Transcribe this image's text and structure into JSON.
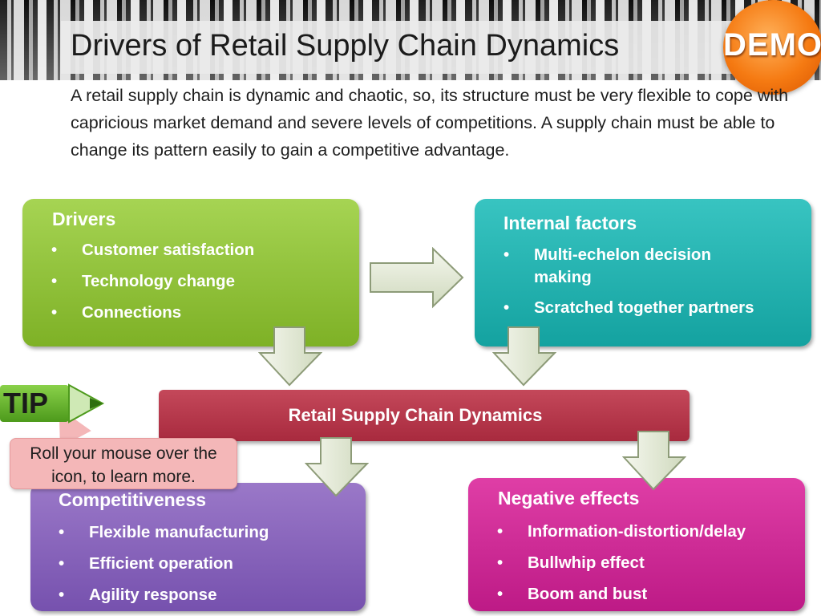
{
  "header": {
    "title": "Drivers of Retail Supply Chain Dynamics",
    "badge_label": "DEMO"
  },
  "intro_text": "A retail supply chain is dynamic and chaotic, so, its structure must be very flexible to cope with capricious market demand and severe levels of competitions.  A supply chain must be able to change its pattern easily to gain a competitive advantage.",
  "boxes": {
    "drivers": {
      "title": "Drivers",
      "items": [
        "Customer satisfaction",
        "Technology change",
        "Connections"
      ]
    },
    "internal": {
      "title": "Internal factors",
      "items": [
        "Multi-echelon decision making",
        "Scratched together partners"
      ]
    },
    "competitiveness": {
      "title": "Competitiveness",
      "items": [
        "Flexible manufacturing",
        "Efficient operation",
        "Agility response"
      ]
    },
    "negative": {
      "title": "Negative effects",
      "items": [
        "Information-distortion/delay",
        "Bullwhip effect",
        "Boom and bust"
      ]
    }
  },
  "center": {
    "label": "Retail Supply Chain Dynamics"
  },
  "bullet_glyph": "•",
  "tip": {
    "icon_label": "TIP",
    "callout_text": "Roll your mouse over the icon, to learn more."
  },
  "colors": {
    "drivers_box": "#8fc23a",
    "internal_box": "#22b2b0",
    "competitiveness_box": "#8562bb",
    "negative_box": "#cf2a97",
    "center_bar": "#b5364b",
    "demo_badge": "#f57a12",
    "tip_callout": "#f4b7b8"
  }
}
